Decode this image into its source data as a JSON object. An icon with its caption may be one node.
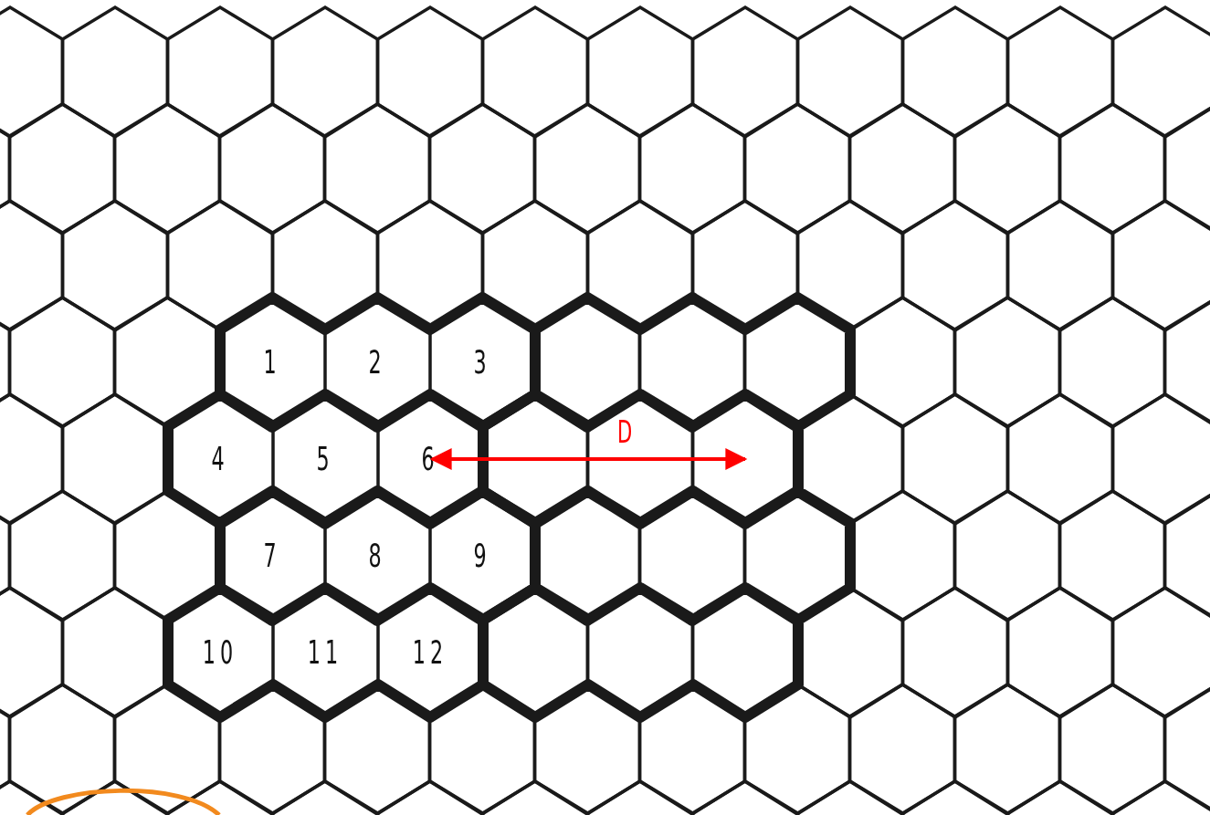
{
  "diagram": {
    "nodes": [
      {
        "text": [
          "1"
        ]
      },
      {
        "text": [
          "2"
        ]
      },
      {
        "text": [
          "3"
        ]
      },
      {
        "text": [
          "4"
        ]
      },
      {
        "text": [
          "5"
        ]
      },
      {
        "text": [
          "6"
        ]
      },
      {
        "text": [
          "7"
        ]
      },
      {
        "text": [
          "8"
        ]
      },
      {
        "text": [
          "9"
        ]
      },
      {
        "text": [
          "10"
        ]
      },
      {
        "text": [
          "11"
        ]
      },
      {
        "text": [
          "12"
        ]
      }
    ],
    "edges": [],
    "labels": [
      "D"
    ]
  }
}
